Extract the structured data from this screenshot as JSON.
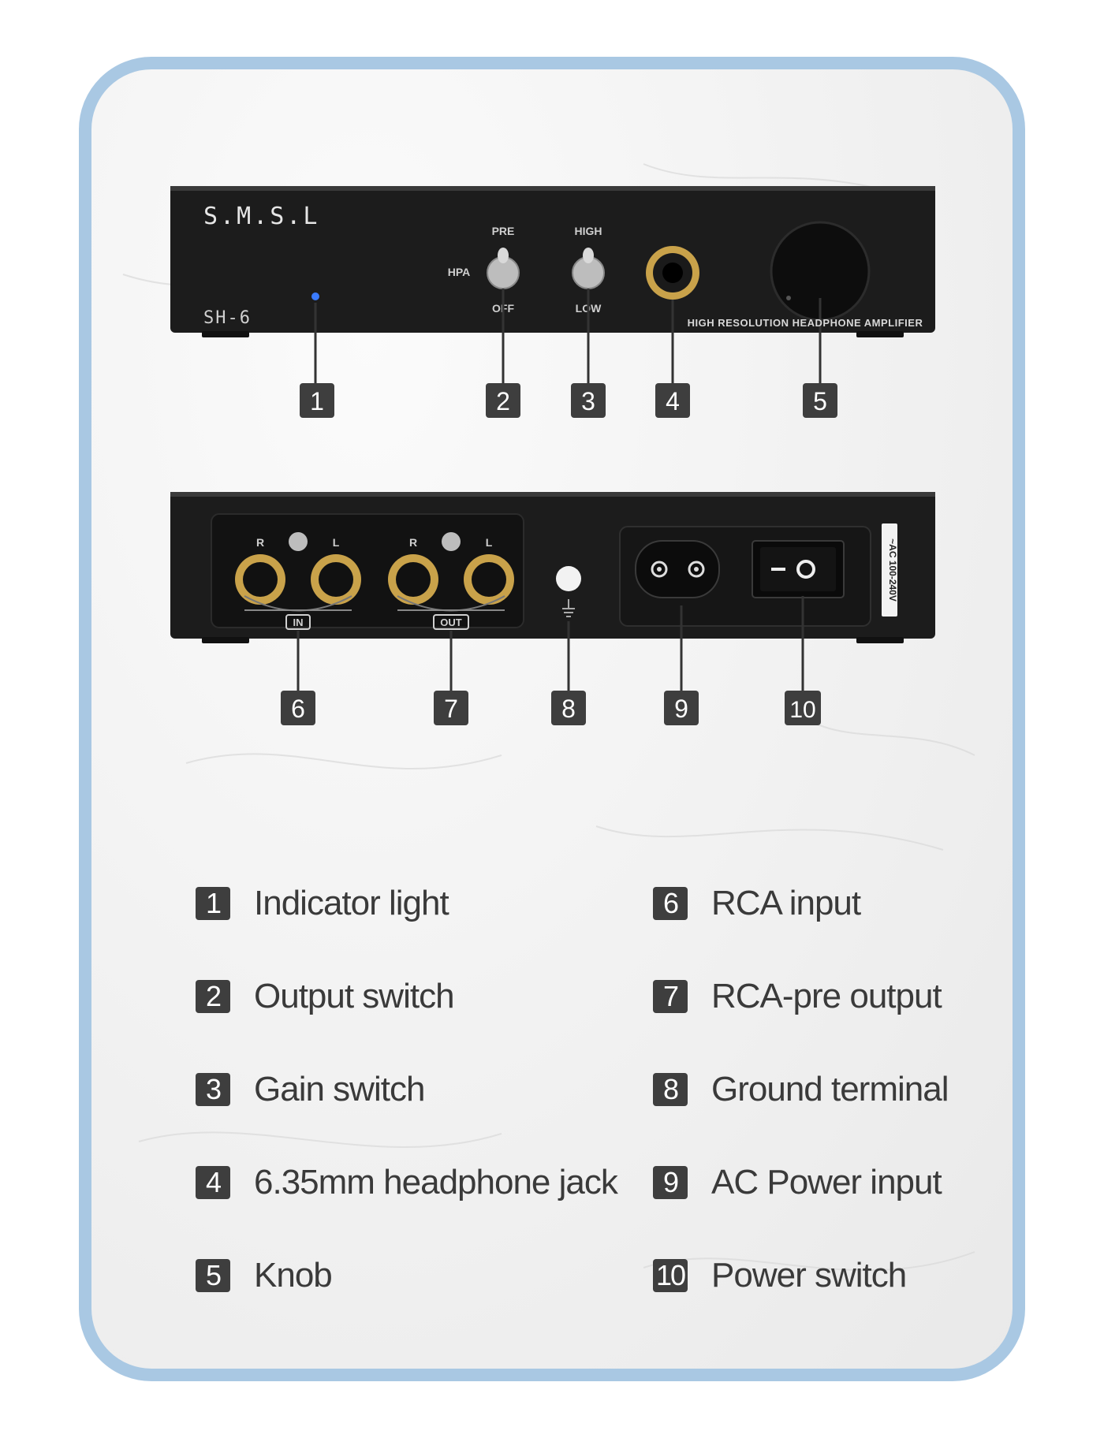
{
  "front_panel": {
    "brand": "S.M.S.L",
    "model": "SH-6",
    "switch1": {
      "top": "PRE",
      "side": "HPA",
      "bottom": "OFF"
    },
    "switch2": {
      "top": "HIGH",
      "bottom": "LOW"
    },
    "caption": "HIGH RESOLUTION HEADPHONE AMPLIFIER"
  },
  "rear_panel": {
    "rca_in": {
      "right": "R",
      "left": "L",
      "label": "IN"
    },
    "rca_out": {
      "right": "R",
      "left": "L",
      "label": "OUT"
    },
    "power_rating": "~AC 100-240V"
  },
  "callouts_front": [
    "1",
    "2",
    "3",
    "4",
    "5"
  ],
  "callouts_rear": [
    "6",
    "7",
    "8",
    "9",
    "10"
  ],
  "legend": [
    {
      "num": "1",
      "label": "Indicator light"
    },
    {
      "num": "2",
      "label": "Output switch"
    },
    {
      "num": "3",
      "label": "Gain switch"
    },
    {
      "num": "4",
      "label": "6.35mm headphone jack"
    },
    {
      "num": "5",
      "label": "Knob"
    },
    {
      "num": "6",
      "label": "RCA input"
    },
    {
      "num": "7",
      "label": "RCA-pre output"
    },
    {
      "num": "8",
      "label": "Ground terminal"
    },
    {
      "num": "9",
      "label": "AC Power input"
    },
    {
      "num": "10",
      "label": "Power switch"
    }
  ],
  "colors": {
    "frame": "#a9c8e3",
    "device": "#1c1c1c",
    "gold": "#c9a24a",
    "badge": "#3e3e3e",
    "indicator": "#3a7bff"
  }
}
